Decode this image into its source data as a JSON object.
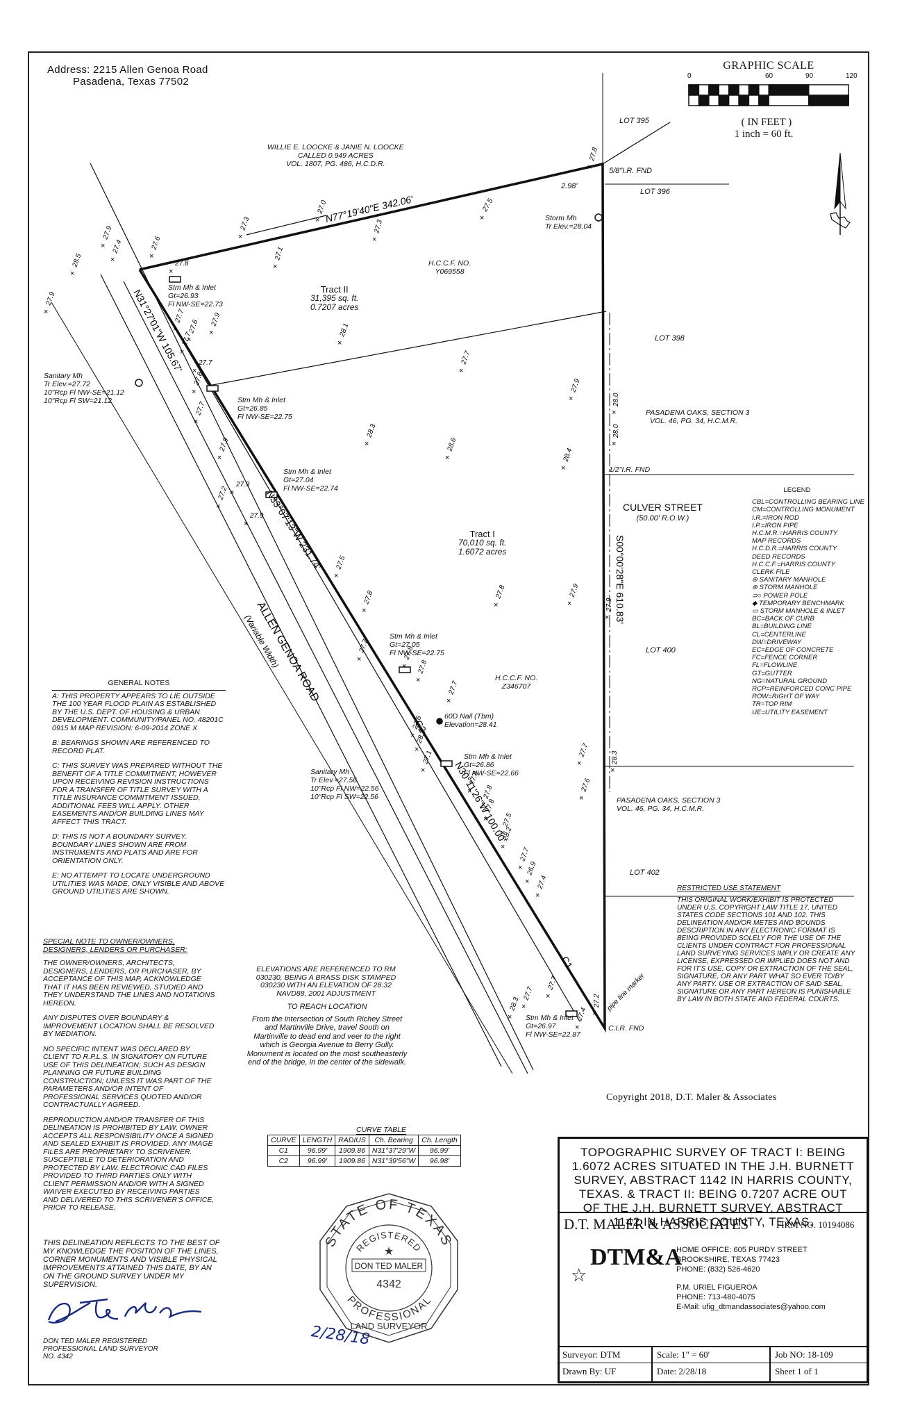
{
  "address": {
    "line1": "Address: 2215 Allen Genoa Road",
    "line2": "Pasadena, Texas 77502"
  },
  "graphic_scale": {
    "title": "GRAPHIC SCALE",
    "ticks": [
      "0",
      "60",
      "90",
      "120"
    ],
    "unit": "( IN FEET )",
    "ratio": "1 inch = 60 ft."
  },
  "owners": {
    "north": [
      "WILLIE E. LOOCKE & JANIE N. LOOCKE",
      "CALLED 0.949 ACRES",
      "VOL. 1807, PG. 486, H.C.D.R."
    ]
  },
  "lots": {
    "l395": "LOT 395",
    "l396": "LOT 396",
    "l398": "LOT 398",
    "l400": "LOT 400",
    "l402": "LOT 402"
  },
  "bearings": {
    "north": "N77°19'40\"E 342.06'",
    "west1": "N31°27'01\"W 105.67'",
    "west2": "N33°07'13\"W 231.74'",
    "west3": "N30°11'26\"W 100.00'",
    "east": "S00°00'28\"E 610.83'"
  },
  "tracts": {
    "t2": [
      "Tract II",
      "31,395 sq. ft.",
      "0.7207 acres"
    ],
    "t1": [
      "Tract I",
      "70,010 sq. ft.",
      "1.6072 acres"
    ],
    "hccf1": [
      "H.C.C.F. NO.",
      "Y069558"
    ],
    "hccf2": [
      "H.C.C.F. NO.",
      "Z346707"
    ]
  },
  "labels": {
    "ir_fnd_top": "5/8\"I.R. FND",
    "offset": "2.98'",
    "storm_top": [
      "Storm Mh",
      "Tr Elev.=28.04"
    ],
    "stm1": [
      "Stm Mh & Inlet",
      "Gt=26.93",
      "Fl NW-SE=22.73"
    ],
    "san1": [
      "Sanitary Mh",
      "Tr Elev.=27.72",
      "10\"Rcp Fl NW-SE=21.12",
      "10\"Rcp Fl SW=21.12"
    ],
    "stm2": [
      "Stm Mh & Inlet",
      "Gt=26.85",
      "Fl NW-SE=22.75"
    ],
    "stm3": [
      "Stm Mh & Inlet",
      "Gt=27.04",
      "Fl NW-SE=22.74"
    ],
    "pasadena1": [
      "PASADENA OAKS, SECTION 3",
      "VOL. 46, PG. 34, H.C.M.R."
    ],
    "ir_fnd_mid": "1/2\"I.R. FND",
    "culver": [
      "CULVER STREET",
      "(50.00' R.O.W.)"
    ],
    "road": [
      "ALLEN GENOA ROAD",
      "(Variable Width)"
    ],
    "stm4": [
      "Stm Mh & Inlet",
      "Gt=27.05",
      "Fl NW-SE=22.75"
    ],
    "nail": [
      "60D Nail (Tbm)",
      "Elevation=28.41"
    ],
    "stm5": [
      "Stm Mh & Inlet",
      "Gt=26.86",
      "Fl NW-SE=22.66"
    ],
    "san2": [
      "Sanitary Mh",
      "Tr Elev.=27.56",
      "10\"Rcp Fl NW=22.56",
      "10\"Rcp Fl SW=22.56"
    ],
    "pasadena2": [
      "PASADENA OAKS, SECTION 3",
      "VOL. 46, PG. 34, H.C.M.R."
    ],
    "stm6": [
      "Stm Mh & Inlet",
      "Gt=26.97",
      "Fl NW-SE=22.87"
    ],
    "cir_fnd": "C.I.R. FND",
    "pipe": "pipe line marker",
    "c1": "C1",
    "c2": "C2"
  },
  "spot_elevations": [
    "27.8",
    "27.0",
    "27.3",
    "27.1",
    "27.5",
    "27.3",
    "27.6",
    "27.8",
    "27.9",
    "27.4",
    "28.5",
    "27.9",
    "27.7",
    "27.6",
    "27.7",
    "27.9",
    "27.7",
    "27.8",
    "27.7",
    "28.1",
    "27.7",
    "27.9",
    "28.0",
    "28.0",
    "27.9",
    "28.3",
    "28.6",
    "28.4",
    "27.2",
    "27.9",
    "27.9",
    "27.5",
    "27.8",
    "27.9",
    "27.9",
    "27.8",
    "27.7",
    "27.8",
    "28.1",
    "27.1",
    "27.6",
    "27.8",
    "27.7",
    "27.8",
    "27.8",
    "27.8",
    "27.5",
    "27.7",
    "28.3",
    "28.2",
    "27.7",
    "26.9",
    "27.4",
    "27.6",
    "27.7",
    "27.2",
    "27.4",
    "28.3",
    "27.7"
  ],
  "legend": {
    "title": "LEGEND",
    "items": [
      "CBL=CONTROLLING BEARING LINE",
      "CM=CONTROLLING MONUMENT",
      "I.R.=IRON ROD",
      "I.P.=IRON PIPE",
      "H.C.M.R.=HARRIS COUNTY",
      "MAP RECORDS",
      "H.C.D.R.=HARRIS COUNTY",
      "DEED RECORDS",
      "H.C.C.F.=HARRIS COUNTY",
      "CLERK FILE",
      "SANITARY MANHOLE",
      "STORM MANHOLE",
      "POWER POLE",
      "TEMPORARY BENCHMARK",
      "STORM MANHOLE & INLET",
      "BC=BACK OF CURB",
      "BL=BUILDING LINE",
      "CL=CENTERLINE",
      "DW=DRIVEWAY",
      "EC=EDGE OF CONCRETE",
      "FC=FENCE CORNER",
      "FL=FLOWLINE",
      "GT=GUTTER",
      "NG=NATURAL GROUND",
      "RCP=REINFORCED CONC PIPE",
      "ROW=RIGHT OF WAY",
      "TR=TOP RIM",
      "UE=UTILITY EASEMENT"
    ]
  },
  "general_notes": {
    "title": "GENERAL NOTES",
    "items": [
      "A: THIS PROPERTY APPEARS TO LIE OUTSIDE THE 100 YEAR FLOOD PLAIN AS ESTABLISHED BY THE U.S. DEPT. OF HOUSING & URBAN DEVELOPMENT. COMMUNITY/PANEL NO. 48201C 0915 M MAP REVISION: 6-09-2014 ZONE X",
      "B: BEARINGS SHOWN ARE REFERENCED TO RECORD PLAT.",
      "C: THIS SURVEY WAS PREPARED WITHOUT THE BENEFIT OF A TITLE COMMITMENT; HOWEVER UPON RECEIVING REVISION INSTRUCTIONS FOR A TRANSFER OF TITLE SURVEY WITH A TITLE INSURANCE COMMITMENT ISSUED, ADDITIONAL FEES WILL APPLY. OTHER EASEMENTS AND/OR BUILDING LINES MAY AFFECT THIS TRACT.",
      "D: THIS IS NOT A BOUNDARY SURVEY. BOUNDARY LINES SHOWN ARE FROM INSTRUMENTS AND PLATS AND ARE FOR ORIENTATION ONLY.",
      "E: NO ATTEMPT TO LOCATE UNDERGROUND UTILITIES WAS MADE, ONLY VISIBLE AND ABOVE GROUND UTILITIES ARE SHOWN."
    ]
  },
  "special_note": {
    "title": "SPECIAL NOTE TO OWNER/OWNERS, DESIGNERS, LENDERS OR PURCHASER:",
    "items": [
      "THE OWNER/OWNERS, ARCHITECTS, DESIGNERS, LENDERS, OR PURCHASER, BY ACCEPTANCE OF THIS MAP, ACKNOWLEDGE THAT IT HAS BEEN REVIEWED, STUDIED AND THEY UNDERSTAND THE LINES AND NOTATIONS HEREON.",
      "ANY DISPUTES OVER BOUNDARY & IMPROVEMENT LOCATION SHALL BE RESOLVED BY MEDIATION.",
      "NO SPECIFIC INTENT WAS DECLARED BY CLIENT TO R.P.L.S. IN SIGNATORY ON FUTURE USE OF THIS DELINEATION; SUCH AS DESIGN PLANNING OR FUTURE BUILDING CONSTRUCTION; UNLESS IT WAS PART OF THE PARAMETERS AND/OR INTENT OF PROFESSIONAL SERVICES QUOTED AND/OR CONTRACTUALLY AGREED.",
      "REPRODUCTION AND/OR TRANSFER OF THIS DELINEATION IS PROHIBITED BY LAW, OWNER ACCEPTS ALL RESPONSIBILITY ONCE A SIGNED AND SEALED EXHIBIT IS PROVIDED. ANY IMAGE FILES ARE PROPRIETARY TO SCRIVENER. SUSCEPTIBLE TO DETERIORATION AND PROTECTED BY LAW. ELECTRONIC CAD FILES PROVIDED TO THIRD PARTIES ONLY WITH CLIENT PERMISSION AND/OR WITH A SIGNED WAIVER EXECUTED BY RECEIVING PARTIES AND DELIVERED TO THIS SCRIVENER'S OFFICE, PRIOR TO RELEASE."
    ]
  },
  "elevations_note": "ELEVATIONS ARE REFERENCED TO RM 030230, BEING A BRASS DISK STAMPED 030230 WITH AN ELEVATION OF 28.32 NAVD88, 2001 ADJUSTMENT",
  "reach": {
    "title": "TO REACH LOCATION",
    "text": "From the intersection of South Richey Street and Martinville Drive, travel South on Martinville to dead end and veer to the right which is Georgia Avenue to Berry Gully. Monument is located on the most southeasterly end of the bridge, in the center of the sidewalk."
  },
  "curve_table": {
    "title": "CURVE TABLE",
    "headers": [
      "CURVE",
      "LENGTH",
      "RADIUS",
      "Ch. Bearing",
      "Ch. Length"
    ],
    "rows": [
      [
        "C1",
        "96.99'",
        "1909.86",
        "N31°37'29\"W",
        "96.99'"
      ],
      [
        "C2",
        "96.99'",
        "1909.86",
        "N31°39'56\"W",
        "96.98'"
      ]
    ]
  },
  "restricted": {
    "title": "RESTRICTED USE STATEMENT",
    "text": "THIS ORIGINAL WORK/EXHIBIT IS PROTECTED UNDER U.S. COPYRIGHT LAW TITLE 17, UNITED STATES CODE SECTIONS 101 AND 102. THIS DELINEATION AND/OR METES AND BOUNDS DESCRIPTION IN ANY ELECTRONIC FORMAT IS BEING PROVIDED SOLELY FOR THE USE OF THE CLIENTS UNDER CONTRACT FOR PROFESSIONAL LAND SURVEYING SERVICES IMPLY OR CREATE ANY LICENSE, EXPRESSED OR IMPLIED DOES NOT AND FOR IT'S USE, COPY OR EXTRACTION OF THE SEAL, SIGNATURE, OR ANY PART WHAT SO EVER TO/BY ANY PARTY. USE OR EXTRACTION OF SAID SEAL, SIGNATURE OR ANY PART HEREON IS PUNISHABLE BY LAW IN BOTH STATE AND FEDERAL COURTS."
  },
  "certification": {
    "text": "THIS DELINEATION REFLECTS TO THE BEST OF MY KNOWLEDGE THE POSITION OF THE LINES, CORNER MONUMENTS AND VISIBLE PHYSICAL IMPROVEMENTS ATTAINED THIS DATE, BY AN ON THE GROUND SURVEY UNDER MY SUPERVISION.",
    "signer": [
      "DON TED MALER REGISTERED",
      "PROFESSIONAL LAND SURVEYOR",
      "NO. 4342"
    ],
    "signature": "D. Ted Maler"
  },
  "seal": {
    "state": "STATE OF TEXAS",
    "registered": "REGISTERED",
    "name": "DON TED MALER",
    "number": "4342",
    "professional": "PROFESSIONAL",
    "surveyor": "LAND SURVEYOR",
    "date": "2/28/18"
  },
  "copyright": "Copyright 2018, D.T. Maler & Associates",
  "title_block": {
    "title": [
      "TOPOGRAPHIC SURVEY OF TRACT I: BEING",
      "1.6072 ACRES SITUATED IN THE J.H. BURNETT",
      "SURVEY, ABSTRACT 1142 IN HARRIS COUNTY,",
      "TEXAS. & TRACT II: BEING 0.7207 ACRE OUT",
      "OF THE J.H. BURNETT SURVEY, ABSTRACT",
      "1142 IN HARRIS COUNTY, TEXAS."
    ],
    "firm": "D.T. MALER & ASSOCIATES",
    "firm_no": "FIRM NO. 10194086",
    "logo": "DTM&A",
    "office": [
      "HOME OFFICE: 605 PURDY STREET",
      "BROOKSHIRE, TEXAS 77423",
      "PHONE: (832) 526-4620"
    ],
    "pm": [
      "P.M. URIEL FIGUEROA",
      "PHONE: 713-480-4075",
      "E-Mail: ufig_dtmandassociates@yahoo.com"
    ],
    "surveyor": "Surveyor: DTM",
    "scale": "Scale: 1\" = 60'",
    "job": "Job NO: 18-109",
    "drawn": "Drawn By: UF",
    "date": "Date: 2/28/18",
    "sheet": "Sheet 1 of 1"
  }
}
